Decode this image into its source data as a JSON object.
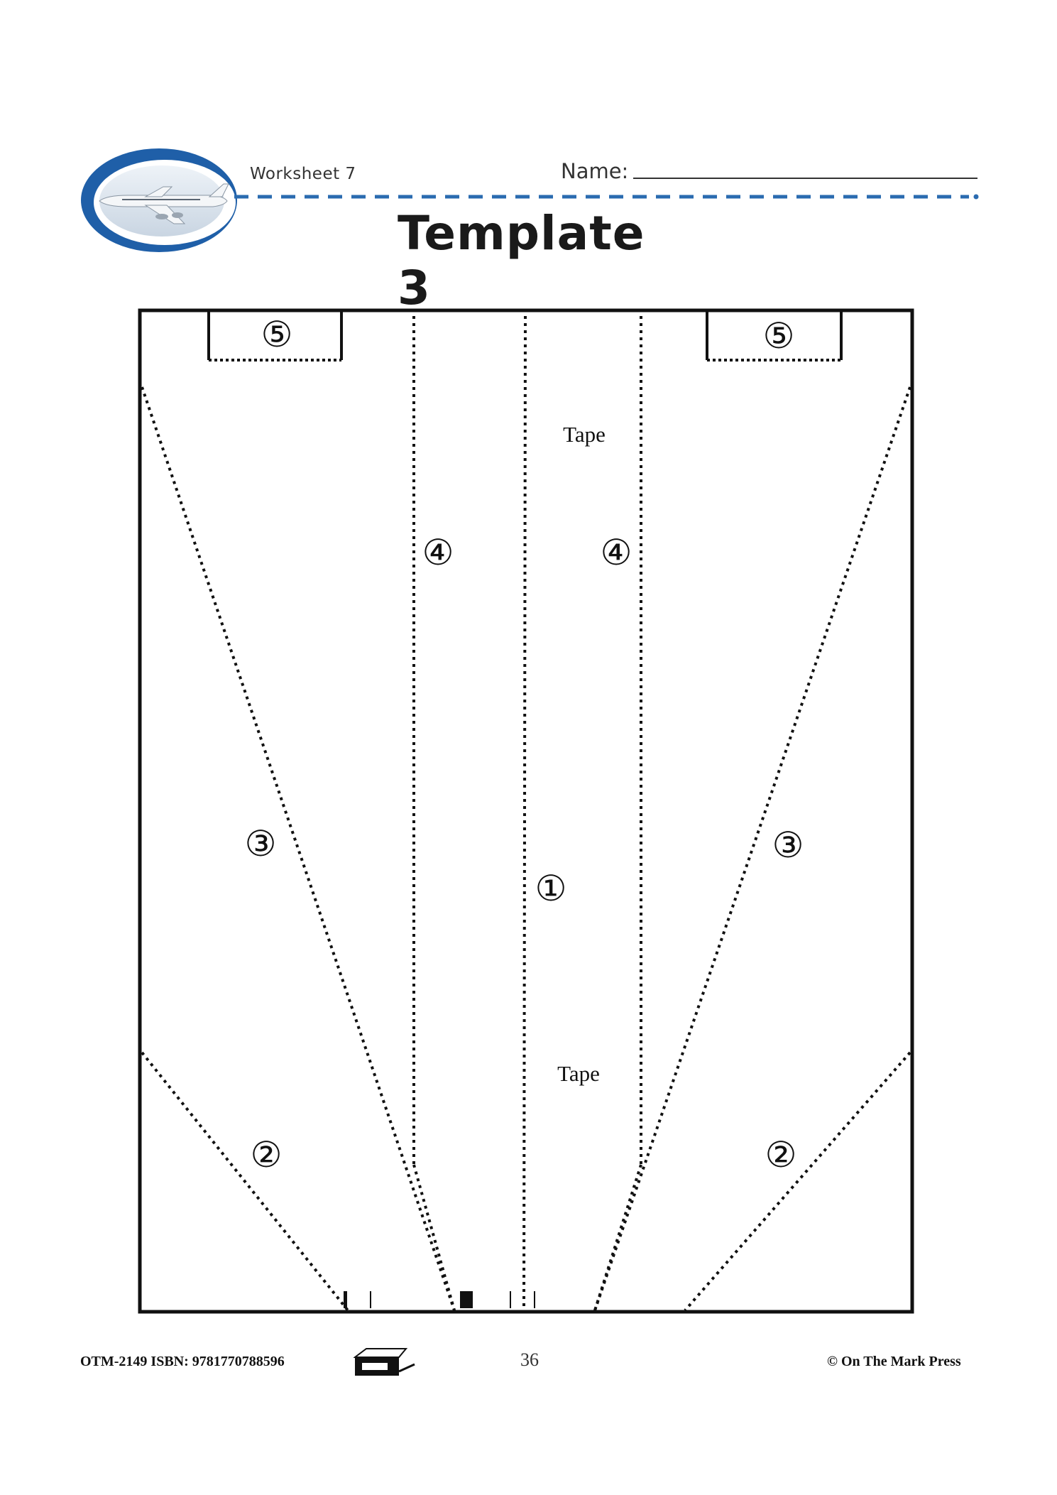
{
  "header": {
    "worksheet": "Worksheet 7",
    "name_label": "Name:",
    "title": "Template 3"
  },
  "template": {
    "label_5_left": "⑤",
    "label_5_right": "⑤",
    "label_4_left": "④",
    "label_4_right": "④",
    "label_3_left": "③",
    "label_3_right": "③",
    "label_2_left": "②",
    "label_2_right": "②",
    "label_1": "①",
    "tape_top": "Tape",
    "tape_bottom": "Tape"
  },
  "footer": {
    "code_isbn": "OTM-2149  ISBN: 9781770788596",
    "page_number": "36",
    "copyright": "© On The Mark Press"
  },
  "icons": {
    "logo": "airplane-oval-logo",
    "copier": "photocopier-icon"
  },
  "colors": {
    "accent_blue": "#1f5fa8",
    "dash_blue": "#2a6bb0"
  }
}
